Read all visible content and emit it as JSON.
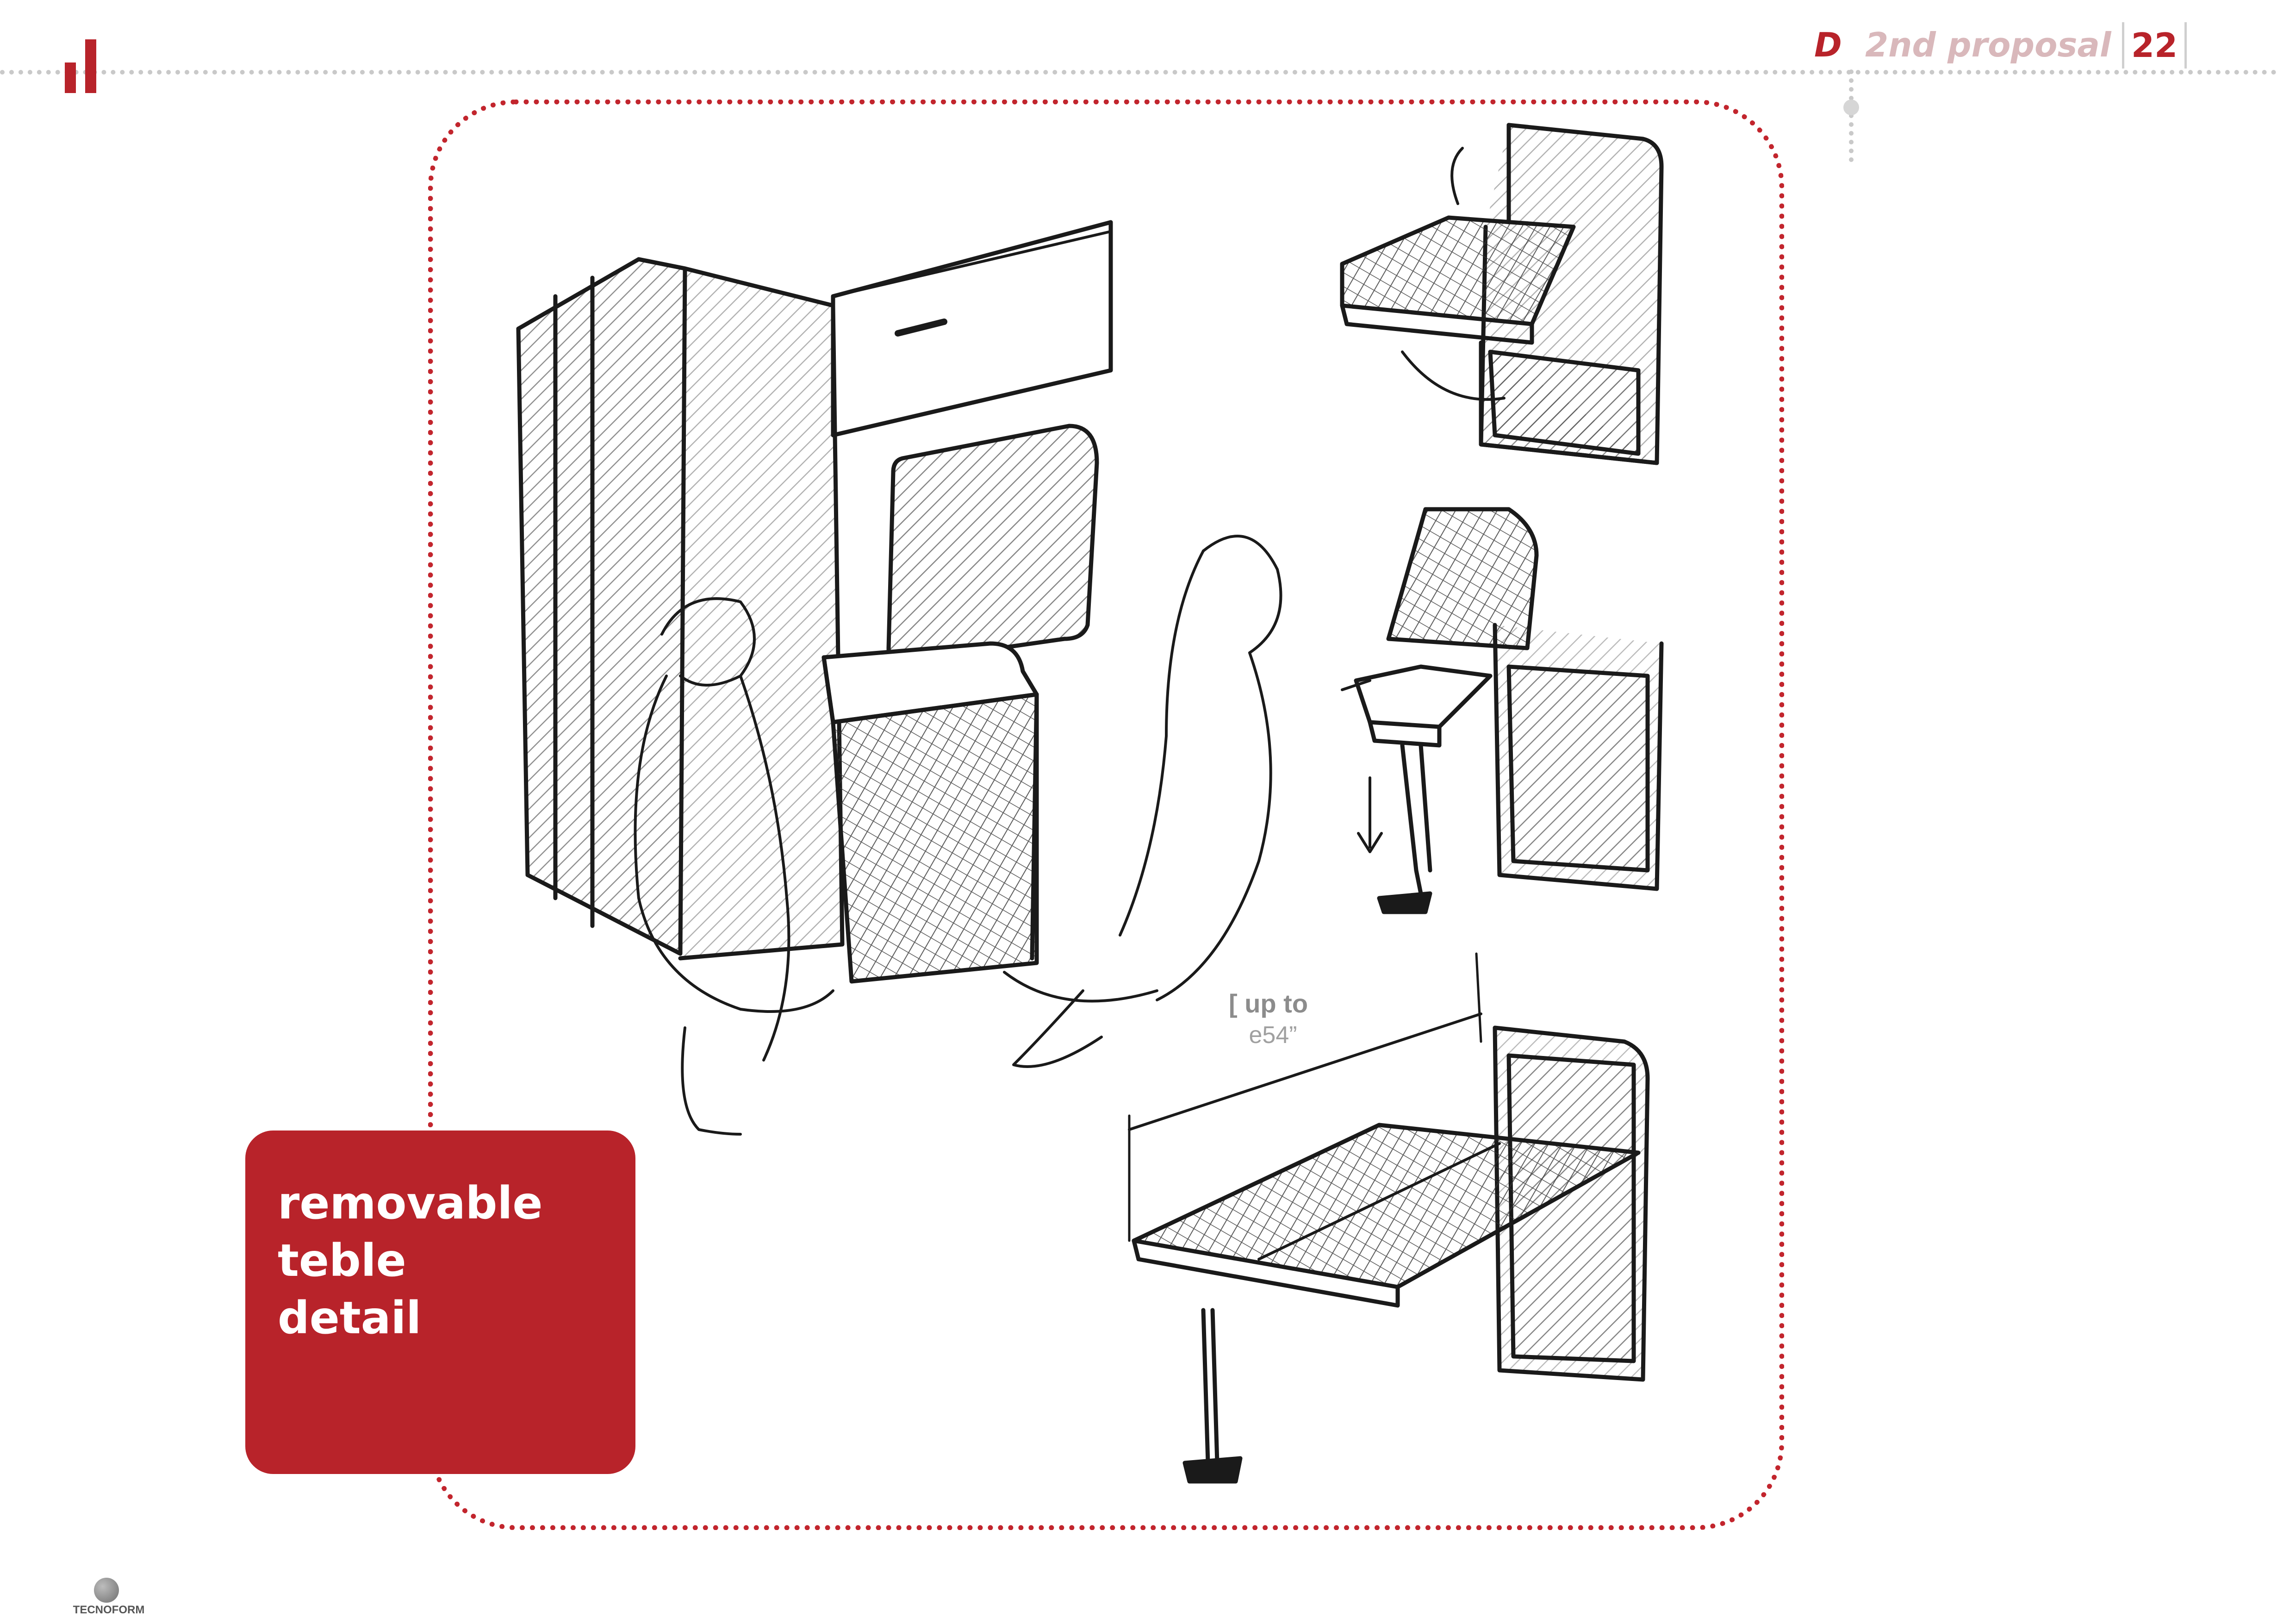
{
  "header": {
    "section_letter": "D",
    "title": "2nd proposal",
    "page_number": "22"
  },
  "dimension_label": {
    "line1": "[ up to",
    "line2": "e54”"
  },
  "badge": {
    "lines": [
      "removable",
      "teble",
      "detail"
    ]
  },
  "footer": {
    "brand": "TECNOFORM"
  },
  "colors": {
    "accent": "#b8232a",
    "title_muted": "#d9b8bb"
  }
}
